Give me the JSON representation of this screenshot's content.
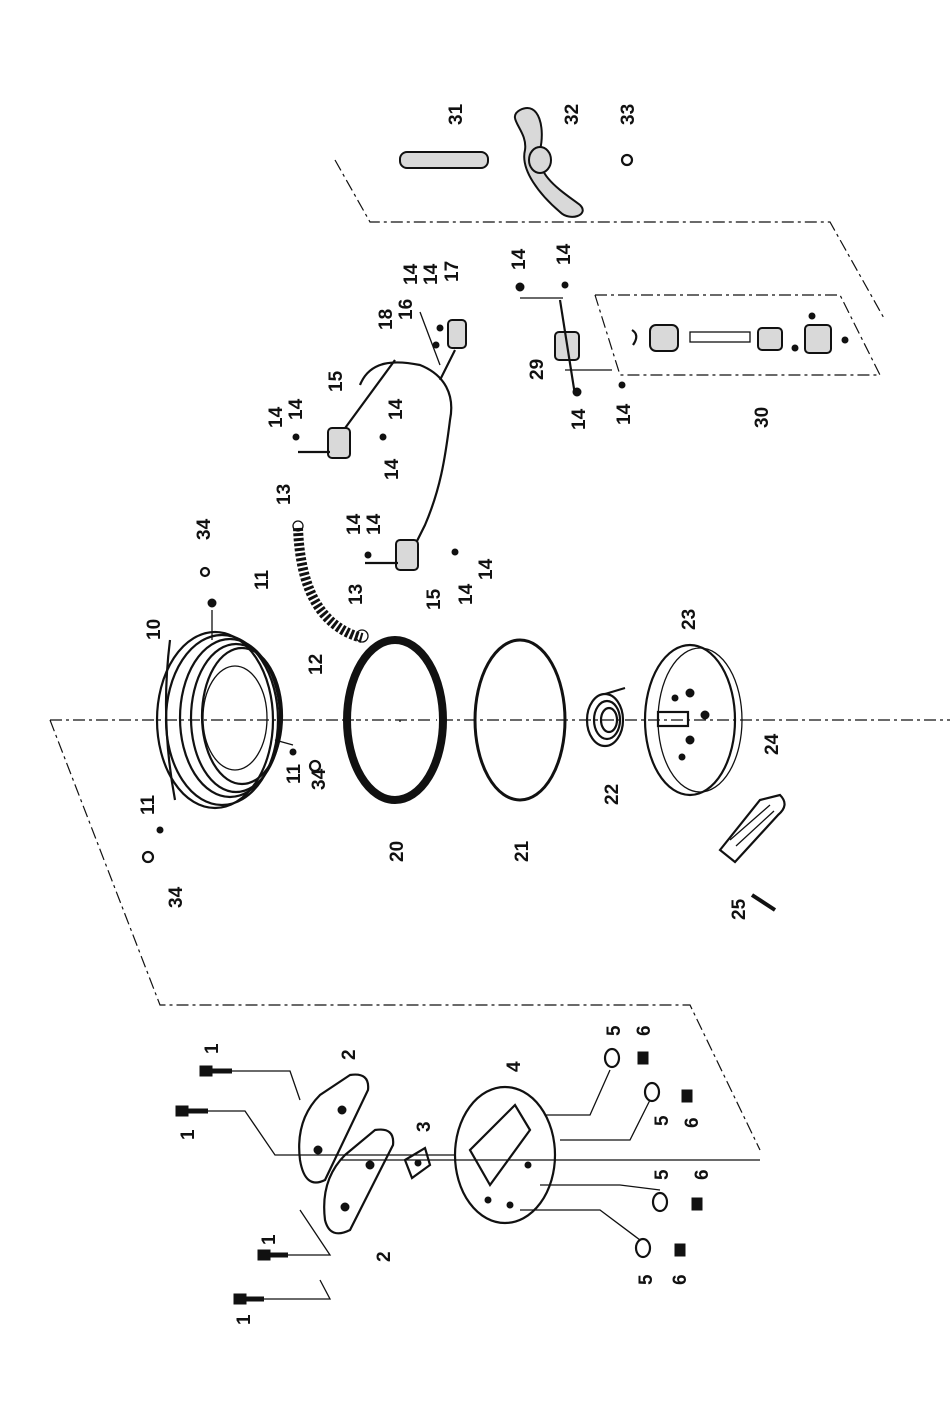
{
  "labels": {
    "p1a": "1",
    "p1b": "1",
    "p1c": "1",
    "p1d": "1",
    "p2a": "2",
    "p2b": "2",
    "p3": "3",
    "p4": "4",
    "p5a": "5",
    "p5b": "5",
    "p5c": "5",
    "p5d": "5",
    "p6a": "6",
    "p6b": "6",
    "p6c": "6",
    "p6d": "6",
    "p10": "10",
    "p11a": "11",
    "p11b": "11",
    "p11c": "11",
    "p12": "12",
    "p13a": "13",
    "p13b": "13",
    "p14a": "14",
    "p14b": "14",
    "p14c": "14",
    "p14d": "14",
    "p14e": "14",
    "p14f": "14",
    "p14g": "14",
    "p14h": "14",
    "p14i": "14",
    "p14j": "14",
    "p14k": "14",
    "p14l": "14",
    "p14m": "14",
    "p15a": "15",
    "p15b": "15",
    "p16": "16",
    "p17": "17",
    "p18": "18",
    "p20": "20",
    "p21": "21",
    "p22": "22",
    "p23": "23",
    "p24": "24",
    "p25": "25",
    "p29": "29",
    "p30": "30",
    "p31": "31",
    "p32": "32",
    "p33": "33",
    "p34a": "34",
    "p34b": "34",
    "p34c": "34"
  }
}
